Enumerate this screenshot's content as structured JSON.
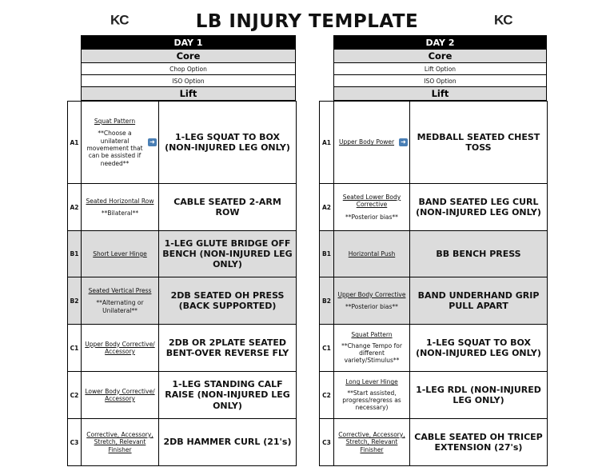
{
  "title": "LB INJURY TEMPLATE",
  "logo": {
    "left": "KC",
    "right": "KC"
  },
  "day1": {
    "header": "DAY 1",
    "core": "Core",
    "options": [
      "Chop Option",
      "ISO Option"
    ],
    "lift": "Lift",
    "rows": [
      {
        "code": "A1",
        "desc": "Squat Pattern",
        "note": "**Choose a unilateral movemement that can be assisted if needed**",
        "exercise": "1-LEG SQUAT TO BOX (NON-INJURED LEG ONLY)"
      },
      {
        "code": "A2",
        "desc": "Seated Horizontal Row",
        "note": "**Bilateral**",
        "exercise": "CABLE SEATED 2-ARM ROW"
      },
      {
        "code": "B1",
        "desc": "Short Lever Hinge",
        "note": "",
        "exercise": "1-LEG GLUTE BRIDGE OFF BENCH (NON-INJURED LEG ONLY)"
      },
      {
        "code": "B2",
        "desc": "Seated Vertical Press",
        "note": "**Alternating or Unilateral**",
        "exercise": "2DB SEATED OH PRESS (BACK SUPPORTED)"
      },
      {
        "code": "C1",
        "desc": "Upper Body Corrective/ Accessory",
        "note": "",
        "exercise": "2DB OR 2PLATE SEATED BENT-OVER REVERSE FLY"
      },
      {
        "code": "C2",
        "desc": "Lower Body Corrective/ Accessory",
        "note": "",
        "exercise": "1-LEG STANDING CALF RAISE (NON-INJURED LEG ONLY)"
      },
      {
        "code": "C3",
        "desc": "Corrective, Accessory, Stretch, Relevant Finisher",
        "note": "",
        "exercise": "2DB HAMMER CURL (21's)"
      }
    ]
  },
  "day2": {
    "header": "DAY 2",
    "core": "Core",
    "options": [
      "Lift Option",
      "ISO Option"
    ],
    "lift": "Lift",
    "rows": [
      {
        "code": "A1",
        "desc": "Upper Body Power",
        "note": "",
        "exercise": "MEDBALL SEATED CHEST TOSS"
      },
      {
        "code": "A2",
        "desc": "Seated Lower Body Corrective",
        "note": "**Posterior bias**",
        "exercise": "BAND SEATED LEG CURL (NON-INJURED LEG ONLY)"
      },
      {
        "code": "B1",
        "desc": "Horizontal Push",
        "note": "",
        "exercise": "BB BENCH PRESS"
      },
      {
        "code": "B2",
        "desc": "Upper Body Corrective",
        "note": "**Posterior bias**",
        "exercise": "BAND UNDERHAND GRIP PULL APART"
      },
      {
        "code": "C1",
        "desc": "Squat Pattern",
        "note": "**Change Tempo for different variety/Stimulus**",
        "exercise": "1-LEG SQUAT TO BOX (NON-INJURED LEG ONLY)"
      },
      {
        "code": "C2",
        "desc": "Long Lever Hinge",
        "note": "**Start assisted, progress/regress as necessary)",
        "exercise": "1-LEG RDL (NON-INJURED LEG ONLY)"
      },
      {
        "code": "C3",
        "desc": "Corrective, Accessory, Stretch, Relevant Finisher",
        "note": "",
        "exercise": "CABLE SEATED OH TRICEP EXTENSION (27's)"
      }
    ]
  }
}
